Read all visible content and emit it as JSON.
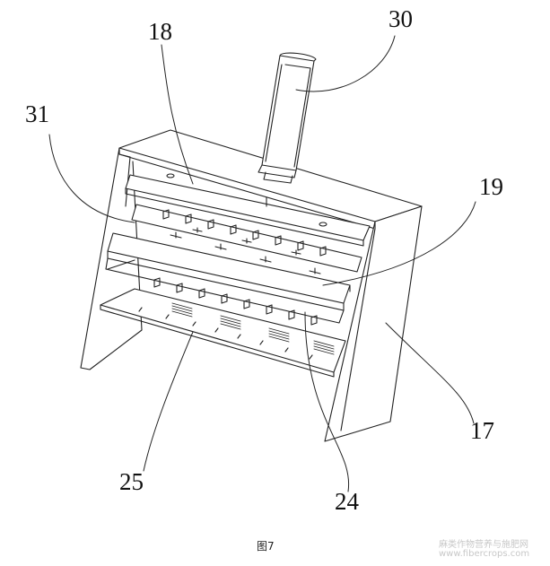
{
  "labels": {
    "l30": "30",
    "l18": "18",
    "l31": "31",
    "l19": "19",
    "l17": "17",
    "l25": "25",
    "l24": "24"
  },
  "caption": "图7",
  "watermark": {
    "line1": "麻类作物营养与施肥网",
    "line2": "www.fibercrops.com"
  }
}
